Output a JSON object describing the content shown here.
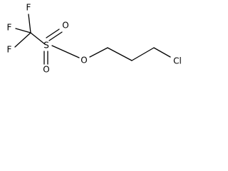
{
  "molecule": {
    "atoms": {
      "f_top": "F",
      "f_left": "F",
      "f_bottom": "F",
      "sulfur": "S",
      "o_top": "O",
      "o_bottom": "O",
      "o_ester": "O",
      "chlorine": "Cl"
    }
  }
}
